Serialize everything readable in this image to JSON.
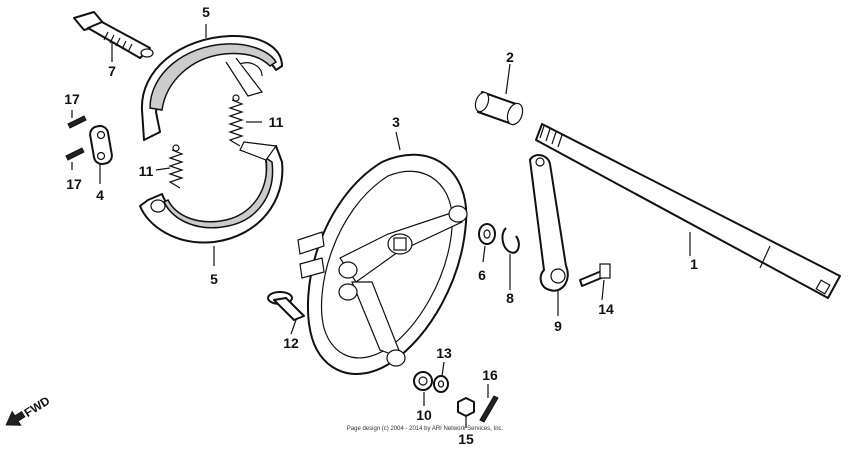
{
  "labels": {
    "l1": "1",
    "l2": "2",
    "l3": "3",
    "l4": "4",
    "l5a": "5",
    "l5b": "5",
    "l6": "6",
    "l7": "7",
    "l8": "8",
    "l9": "9",
    "l10": "10",
    "l11a": "11",
    "l11b": "11",
    "l12": "12",
    "l13": "13",
    "l14": "14",
    "l15": "15",
    "l16": "16",
    "l17a": "17",
    "l17b": "17"
  },
  "fwd": "FWD",
  "copyright": "Page design (c) 2004 - 2014 by ARI Network Services, Inc."
}
